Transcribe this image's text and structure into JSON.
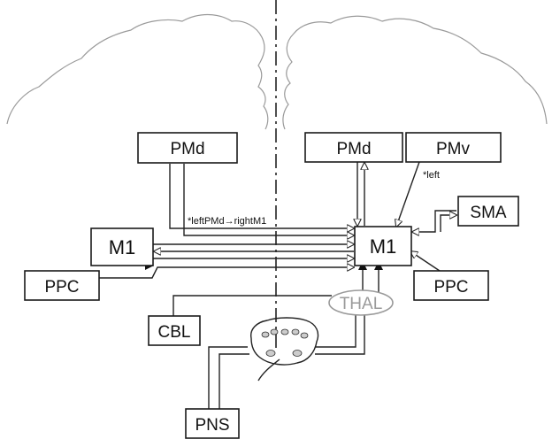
{
  "labels": {
    "pmd_left": "PMd",
    "m1_left": "M1",
    "ppc_left": "PPC",
    "cbl": "CBL",
    "pns": "PNS",
    "pmd_right": "PMd",
    "pmv": "PMv",
    "sma": "SMA",
    "m1_right": "M1",
    "ppc_right": "PPC",
    "thal": "THAL"
  },
  "annotations": {
    "left_pmd_to_right_m1": "*leftPMd→rightM1",
    "pmv_left": "*left"
  },
  "colors": {
    "line": "#222222",
    "brain_outline": "#9a9a9a",
    "thal": "#9a9a9a"
  }
}
